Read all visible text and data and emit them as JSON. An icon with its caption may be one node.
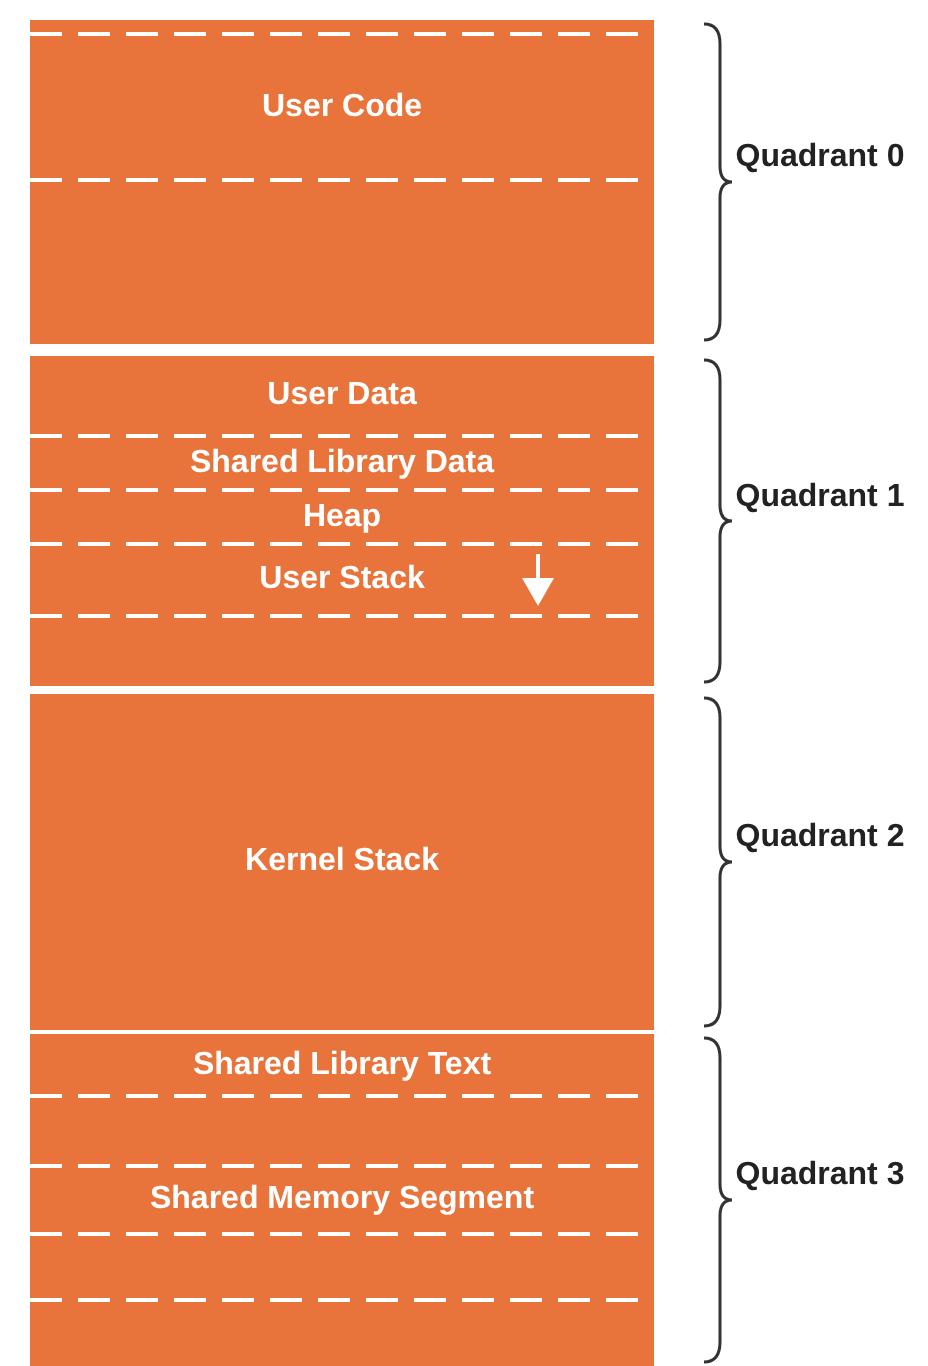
{
  "diagram": {
    "nodes": [
      {
        "text": [
          "User Code"
        ]
      },
      {
        "text": [
          "User Data"
        ]
      },
      {
        "text": [
          "Shared Library Data"
        ]
      },
      {
        "text": [
          "Heap"
        ]
      },
      {
        "text": [
          "User Stack"
        ]
      },
      {
        "text": [
          "Kernel Stack"
        ]
      },
      {
        "text": [
          "Shared Library Text"
        ]
      },
      {
        "text": [
          "Shared Memory Segment"
        ]
      }
    ],
    "edges": [],
    "labels": [
      "Quadrant 0",
      "Quadrant 1",
      "Quadrant 2",
      "Quadrant 3"
    ]
  }
}
